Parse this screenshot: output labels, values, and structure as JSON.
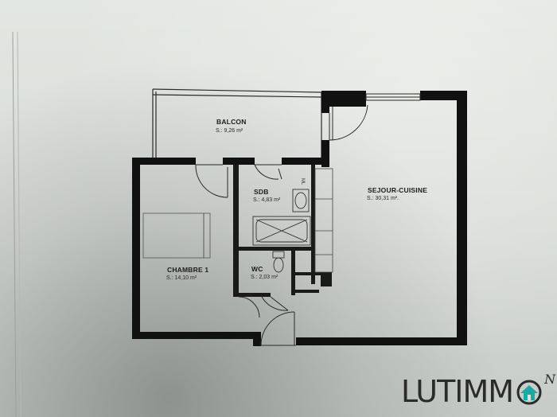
{
  "rooms": {
    "balcon": {
      "name": "BALCON",
      "area": "S.: 9,26 m²"
    },
    "sdb": {
      "name": "SDB",
      "area": "S.: 4,83 m²",
      "fixture": "ML"
    },
    "sejour": {
      "name": "SEJOUR-CUISINE",
      "area": "S.: 30,31 m²."
    },
    "chambre": {
      "name": "CHAMBRE 1",
      "area": "S.: 14,10 m²"
    },
    "wc": {
      "name": "WC",
      "area": "S.: 2,03 m²"
    }
  },
  "logo": {
    "text": "LUTIMM",
    "suffix": "N",
    "house_icon": "house-icon",
    "accent_color": "#1aa9a3"
  },
  "colors": {
    "wall": "#111111",
    "paper": "#e0e3df"
  }
}
